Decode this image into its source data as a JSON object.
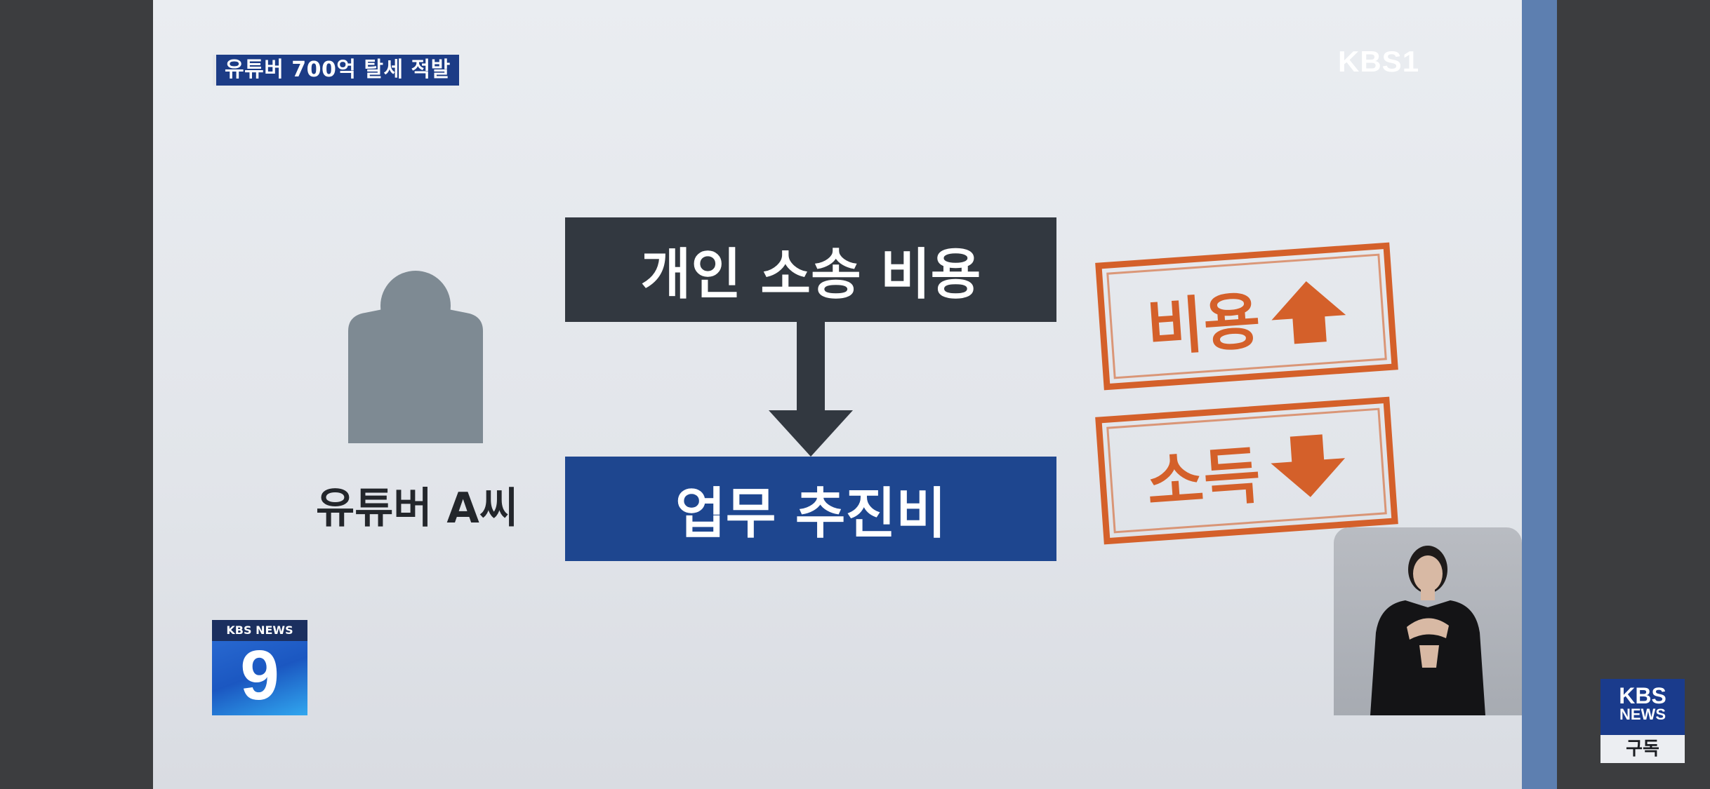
{
  "headline": "유튜버 700억 탈세 적발",
  "broadcaster_logo": "KBS",
  "broadcaster_logo_channel": "1",
  "graphic": {
    "person_label": "유튜버 A씨",
    "top_box": "개인 소송 비용",
    "bottom_box": "업무 추진비",
    "stamp_cost": "비용",
    "stamp_income": "소득"
  },
  "news9_badge": {
    "label": "KBS NEWS",
    "number": "9"
  },
  "subscribe": {
    "line1": "KBS",
    "line2": "NEWS",
    "button": "구독"
  },
  "colors": {
    "headline_bg": "#1c3c86",
    "dark_box": "#323840",
    "blue_box": "#1e468f",
    "stamp": "#d4602a",
    "accent_strip": "#5d7fb0"
  }
}
